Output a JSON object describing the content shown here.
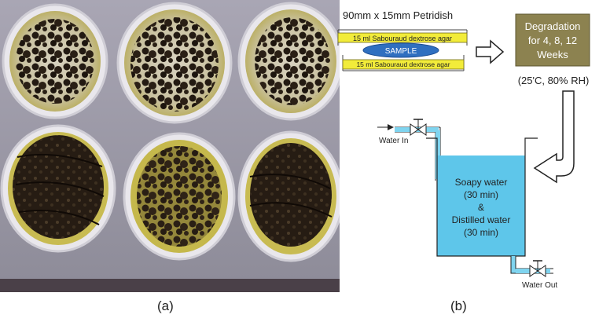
{
  "figure": {
    "caption_a": "(a)",
    "caption_b": "(b)"
  },
  "diagram": {
    "petri_title": "90mm x 15mm Petridish",
    "agar_top": "15 ml Sabouraud dextrose agar",
    "sample": "SAMPLE",
    "agar_bottom": "15 ml Sabouraud dextrose agar",
    "degradation_lines": [
      "Degradation",
      "for 4, 8, 12",
      "Weeks"
    ],
    "conditions": "(25'C, 80% RH)",
    "water_in": "Water In",
    "water_out": "Water Out",
    "tank_lines": [
      "Soapy water",
      "(30 min)",
      "&",
      "Distilled water",
      "(30 min)"
    ]
  },
  "colors": {
    "agar_yellow": "#f2ec3a",
    "sample_blue": "#2f6fc0",
    "degradation_box": "#8c8250",
    "water_blue": "#5ec6ea",
    "pipe_blue": "#7fd4ef"
  }
}
